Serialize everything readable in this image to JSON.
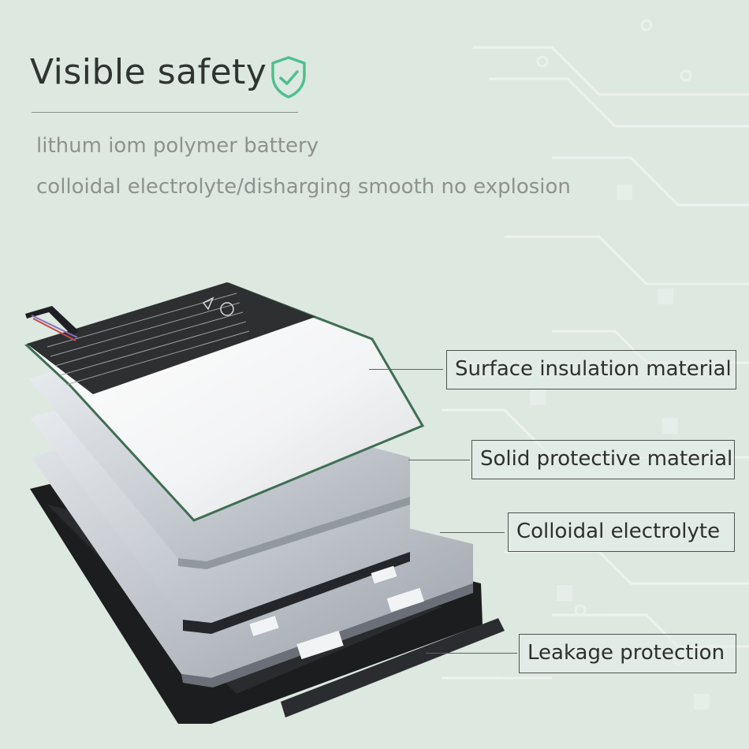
{
  "header": {
    "title": "Visible safety",
    "subtitle_1": "lithum iom polymer battery",
    "subtitle_2": "colloidal electrolyte/disharging smooth no explosion"
  },
  "callouts": [
    {
      "label": "Surface insulation material"
    },
    {
      "label": "Solid protective material"
    },
    {
      "label": "Colloidal electrolyte"
    },
    {
      "label": "Leakage protection"
    }
  ],
  "colors": {
    "background": "#dde8e1",
    "shield_accent": "#4fbf8e",
    "circuit_lines": "#eef4f0"
  },
  "icons": {
    "title_icon": "shield-check-icon"
  }
}
